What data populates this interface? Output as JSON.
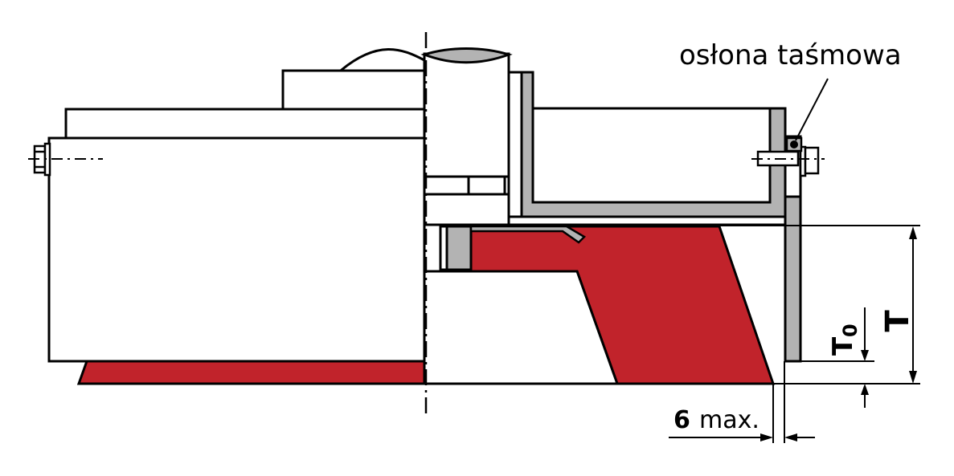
{
  "diagram": {
    "title": "Belt guard clearance diagram",
    "colors": {
      "background": "#ffffff",
      "outline": "#000000",
      "steel_gray": "#b3b3b3",
      "tool_red": "#c1232b",
      "white_part": "#ffffff"
    },
    "labels": {
      "guard": "osłona taśmowa",
      "dimension_T": "T",
      "dimension_T0": "T",
      "dimension_T0_sub": "0",
      "clearance_value": "6",
      "clearance_unit": "max."
    },
    "components": [
      {
        "name": "upper-housing",
        "fill": "white"
      },
      {
        "name": "shaft",
        "fill": "white"
      },
      {
        "name": "guard-bracket",
        "fill": "gray"
      },
      {
        "name": "belt-guard",
        "fill": "gray"
      },
      {
        "name": "tool-body",
        "fill": "red"
      },
      {
        "name": "left-tool-strip",
        "fill": "red"
      },
      {
        "name": "left-bolt"
      },
      {
        "name": "right-bolt"
      },
      {
        "name": "centerline"
      }
    ]
  }
}
